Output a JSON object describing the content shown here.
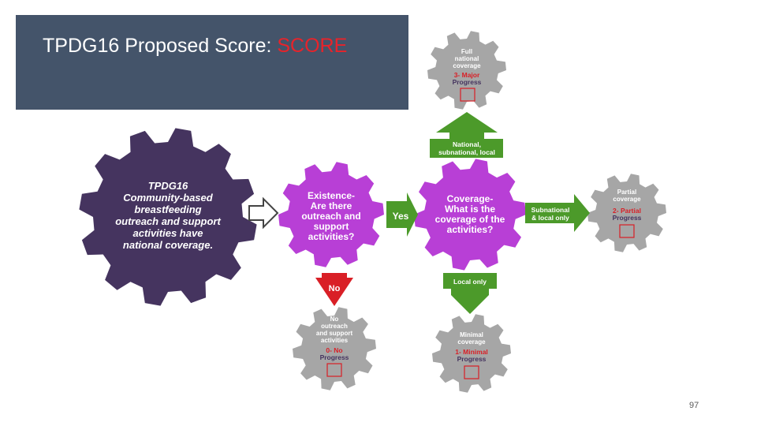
{
  "slide": {
    "title_prefix": "TPDG16 Proposed Score: ",
    "title_score": "SCORE",
    "page_number": "97"
  },
  "colors": {
    "title_bg": "#44546a",
    "score_red": "#e8232a",
    "dark_purple": "#45345f",
    "magenta": "#b83fd6",
    "green": "#4c9a2a",
    "gray": "#a6a6a6",
    "red": "#d91f26"
  },
  "main_gear": {
    "line1": "TPDG16",
    "line2": "Community-based",
    "line3": "breastfeeding",
    "line4": "outreach and support",
    "line5": "activities have",
    "line6": "national coverage."
  },
  "existence_gear": {
    "line1": "Existence-",
    "line2": "Are there",
    "line3": "outreach and",
    "line4": "support",
    "line5": "activities?"
  },
  "coverage_gear": {
    "line1": "Coverage-",
    "line2": "What is the",
    "line3": "coverage of the",
    "line4": "activities?"
  },
  "arrows": {
    "yes": "Yes",
    "no": "No",
    "national_line1": "National,",
    "national_line2": "subnational, local",
    "subnational_line1": "Subnational",
    "subnational_line2": "& local only",
    "local_only": "Local only"
  },
  "outcomes": {
    "full": {
      "line1": "Full",
      "line2": "national",
      "line3": "coverage",
      "score1": "3- Major",
      "score2": "Progress"
    },
    "partial": {
      "line1": "Partial",
      "line2": "coverage",
      "score1": "2- Partial",
      "score2": "Progress"
    },
    "minimal": {
      "line1": "Minimal",
      "line2": "coverage",
      "score1": "1- Minimal",
      "score2": "Progress"
    },
    "none": {
      "line1": "No",
      "line2": "outreach",
      "line3": "and support",
      "line4": "activities",
      "score1": "0- No",
      "score2": "Progress"
    }
  }
}
